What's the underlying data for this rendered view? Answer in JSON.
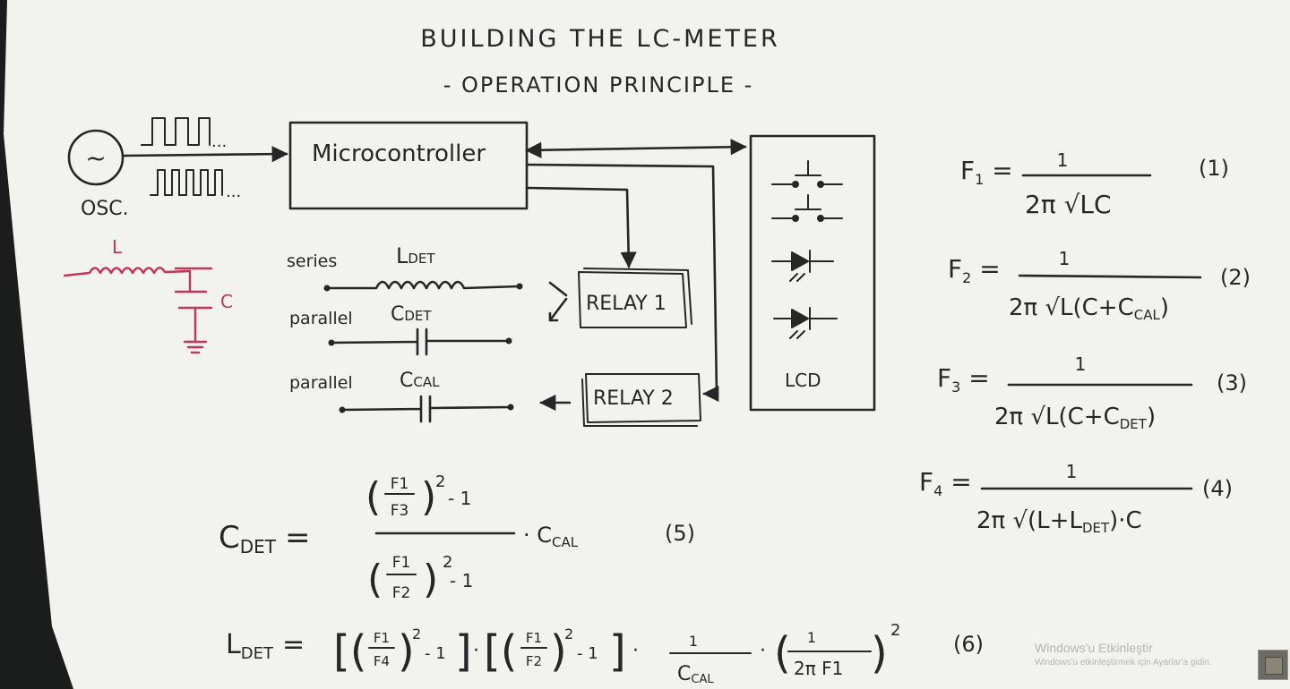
{
  "title": {
    "line1": "BUILDING THE LC-METER",
    "line2": "- OPERATION PRINCIPLE -"
  },
  "oscillator": {
    "symbol": "~",
    "label": "OSC.",
    "wave1": "...",
    "wave2": "..."
  },
  "microcontroller": {
    "label": "Microcontroller"
  },
  "lcd": {
    "label": "LCD"
  },
  "tank": {
    "l_label": "L",
    "c_label": "C"
  },
  "relays": {
    "relay1": "RELAY 1",
    "relay2": "RELAY 2"
  },
  "components": [
    {
      "mode": "series",
      "name": "L",
      "sub": "DET"
    },
    {
      "mode": "parallel",
      "name": "C",
      "sub": "DET"
    },
    {
      "mode": "parallel",
      "name": "C",
      "sub": "CAL"
    }
  ],
  "equations": {
    "f1": {
      "lhs": "F",
      "lhs_sub": "1",
      "num": "1",
      "den": "2π √LC",
      "tag": "(1)"
    },
    "f2": {
      "lhs": "F",
      "lhs_sub": "2",
      "num": "1",
      "den": "2π √L(C+C",
      "den_sub": "CAL",
      "den_end": ")",
      "tag": "(2)"
    },
    "f3": {
      "lhs": "F",
      "lhs_sub": "3",
      "num": "1",
      "den": "2π √L(C+C",
      "den_sub": "DET",
      "den_end": ")",
      "tag": "(3)"
    },
    "f4": {
      "lhs": "F",
      "lhs_sub": "4",
      "num": "1",
      "den": "2π √(L+L",
      "den_sub": "DET",
      "den_end": ")·C",
      "tag": "(4)"
    },
    "cdet": {
      "lhs": "C",
      "lhs_sub": "DET",
      "eq": "=",
      "f_top1": "F1",
      "f_bot1": "F3",
      "f_top2": "F1",
      "f_bot2": "F2",
      "pow": "2",
      "minus": "- 1",
      "mult": "· C",
      "mult_sub": "CAL",
      "tag": "(5)"
    },
    "ldet": {
      "lhs": "L",
      "lhs_sub": "DET",
      "eq": "=",
      "fa_top": "F1",
      "fa_bot": "F4",
      "fb_top": "F1",
      "fb_bot": "F2",
      "pow": "2",
      "minus": "- 1",
      "one": "1",
      "ccal": "C",
      "ccal_sub": "CAL",
      "fr_num": "1",
      "fr_den": "2π F1",
      "tag": "(6)"
    }
  },
  "watermark": {
    "title": "Windows'u Etkinleştir",
    "subtitle": "Windows'u etkinleştirmek için Ayarlar'a gidin."
  }
}
